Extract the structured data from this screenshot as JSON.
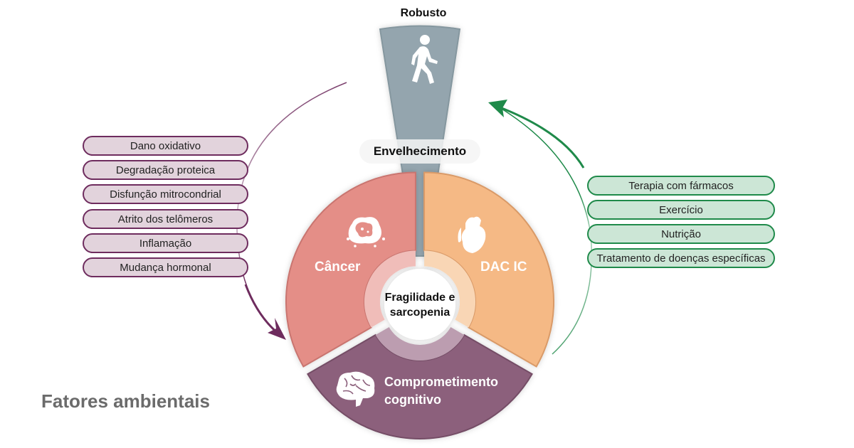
{
  "top_label": "Robusto",
  "aging_label": "Envelhecimento",
  "center_label_line1": "Fragilidade e",
  "center_label_line2": "sarcopenia",
  "segments": {
    "cancer": {
      "label": "Câncer",
      "icon": "tumor-cell-icon",
      "color": "#e48e87",
      "ring_color": "#f0bdb9"
    },
    "cardiac": {
      "label": "DAC IC",
      "icon": "heart-icon",
      "color": "#f5b985",
      "ring_color": "#f9d6b5"
    },
    "cognitive": {
      "label_line1": "Comprometimento",
      "label_line2": "cognitivo",
      "icon": "brain-icon",
      "color": "#8c607c",
      "ring_color": "#bc9db0"
    }
  },
  "aging_bar": {
    "icon": "walking-person-icon",
    "color": "#94a5ae"
  },
  "risk_factors": {
    "items": [
      "Dano oxidativo",
      "Degradação proteica",
      "Disfunção mitrocondrial",
      "Atrito dos telômeros",
      "Inflamação",
      "Mudança hormonal"
    ],
    "color": "#6e2c5e"
  },
  "interventions": {
    "items": [
      "Terapia com fármacos",
      "Exercício",
      "Nutrição",
      "Tratamento de doenças específicas"
    ],
    "color": "#1f8a4a"
  },
  "footer_label": "Fatores ambientais"
}
